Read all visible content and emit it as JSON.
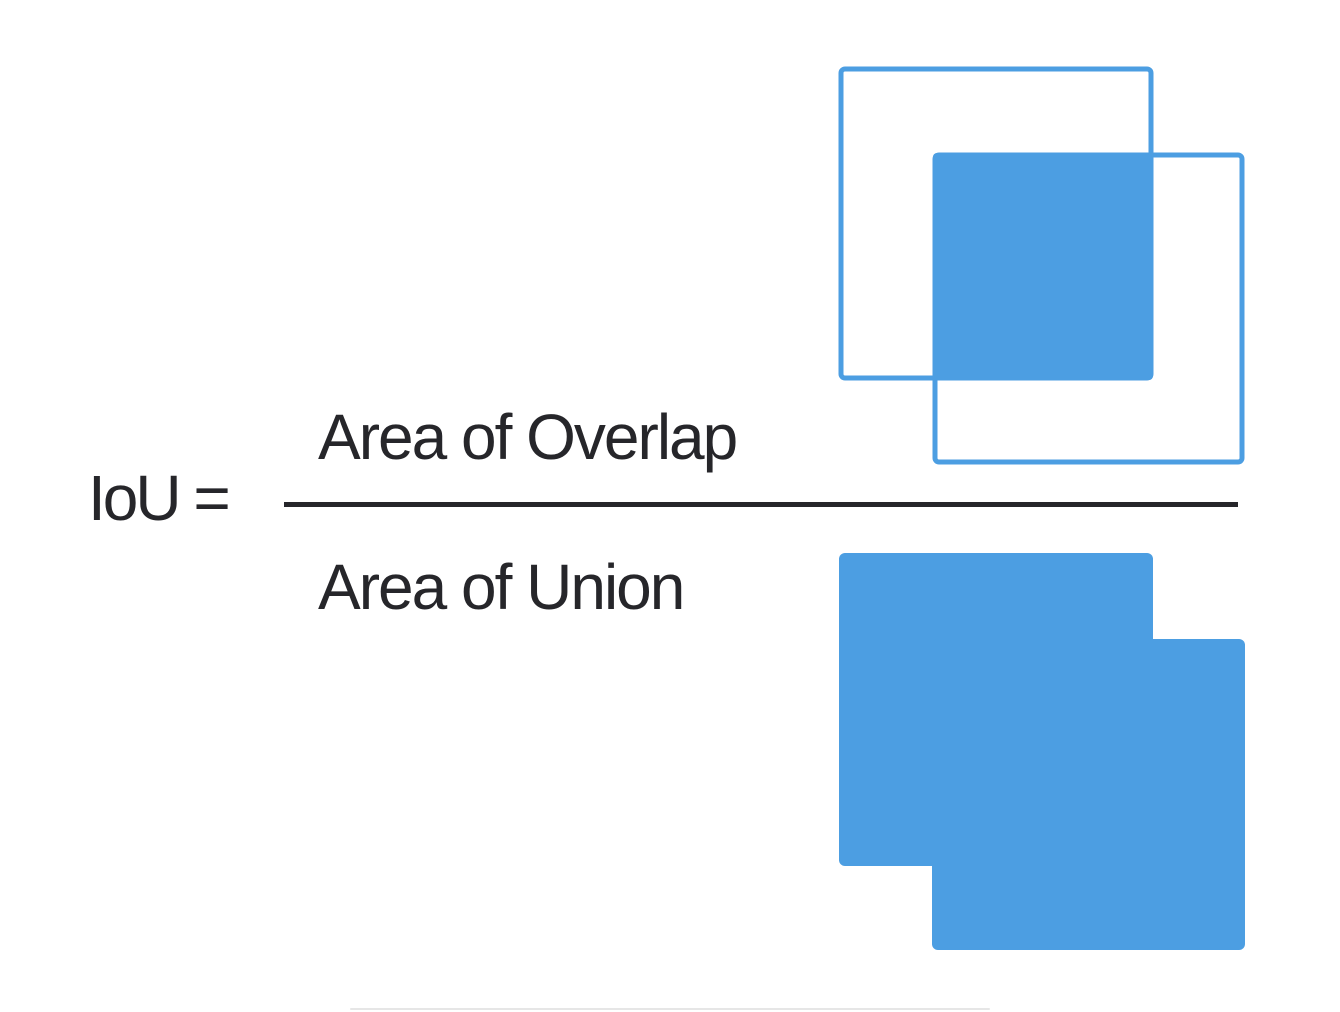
{
  "formula": {
    "lhs": "IoU =",
    "numerator": "Area of Overlap",
    "denominator": "Area of Union"
  },
  "colors": {
    "box_blue": "#4c9ee2",
    "text_dark": "#26262a",
    "background": "#ffffff"
  }
}
